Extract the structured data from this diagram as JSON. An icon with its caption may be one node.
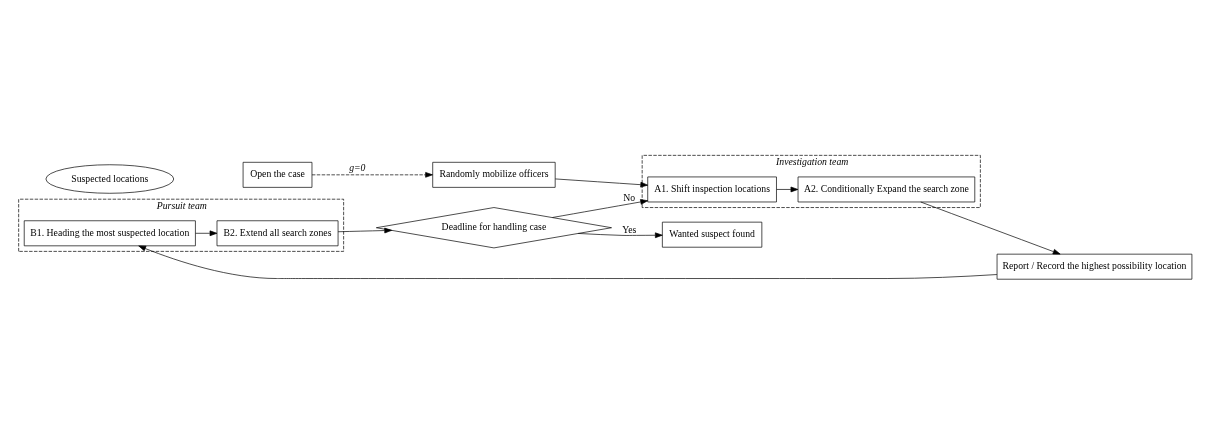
{
  "diagram": {
    "nodes": [
      {
        "text": [
          "Open the case"
        ]
      },
      {
        "text": [
          "Suspected locations"
        ]
      },
      {
        "text": [
          "Randomly mobilize officers"
        ]
      },
      {
        "text": [
          "Investigation team"
        ]
      },
      {
        "text": [
          "A1. Shift inspection locations"
        ],
        "in": 3
      },
      {
        "text": [
          "A2. Conditionally Expand the search zone"
        ],
        "in": 3
      },
      {
        "text": [
          "Report / Record the highest possibility location"
        ]
      },
      {
        "text": [
          "Pursuit team"
        ]
      },
      {
        "text": [
          "B1. Heading the most suspected location"
        ],
        "in": 7
      },
      {
        "text": [
          "B2. Extend all search zones"
        ],
        "in": 7
      },
      {
        "text": [
          "Deadline for handling case"
        ]
      },
      {
        "text": [
          "Wanted suspect found"
        ]
      }
    ],
    "edges": [
      {
        "from": 0,
        "to": 2,
        "arrow": "to",
        "label": "g=0",
        "style": "dashed"
      },
      {
        "from": 2,
        "to": 4,
        "arrow": "to"
      },
      {
        "from": 4,
        "to": 5,
        "arrow": "to"
      },
      {
        "from": 5,
        "to": 6,
        "arrow": "to"
      },
      {
        "from": 6,
        "to": 8,
        "arrow": "to"
      },
      {
        "from": 8,
        "to": 9,
        "arrow": "to"
      },
      {
        "from": 9,
        "to": 10,
        "arrow": "to"
      },
      {
        "from": 10,
        "to": 4,
        "arrow": "to",
        "label": "No"
      },
      {
        "from": 10,
        "to": 11,
        "arrow": "to",
        "label": "Yes"
      }
    ]
  }
}
